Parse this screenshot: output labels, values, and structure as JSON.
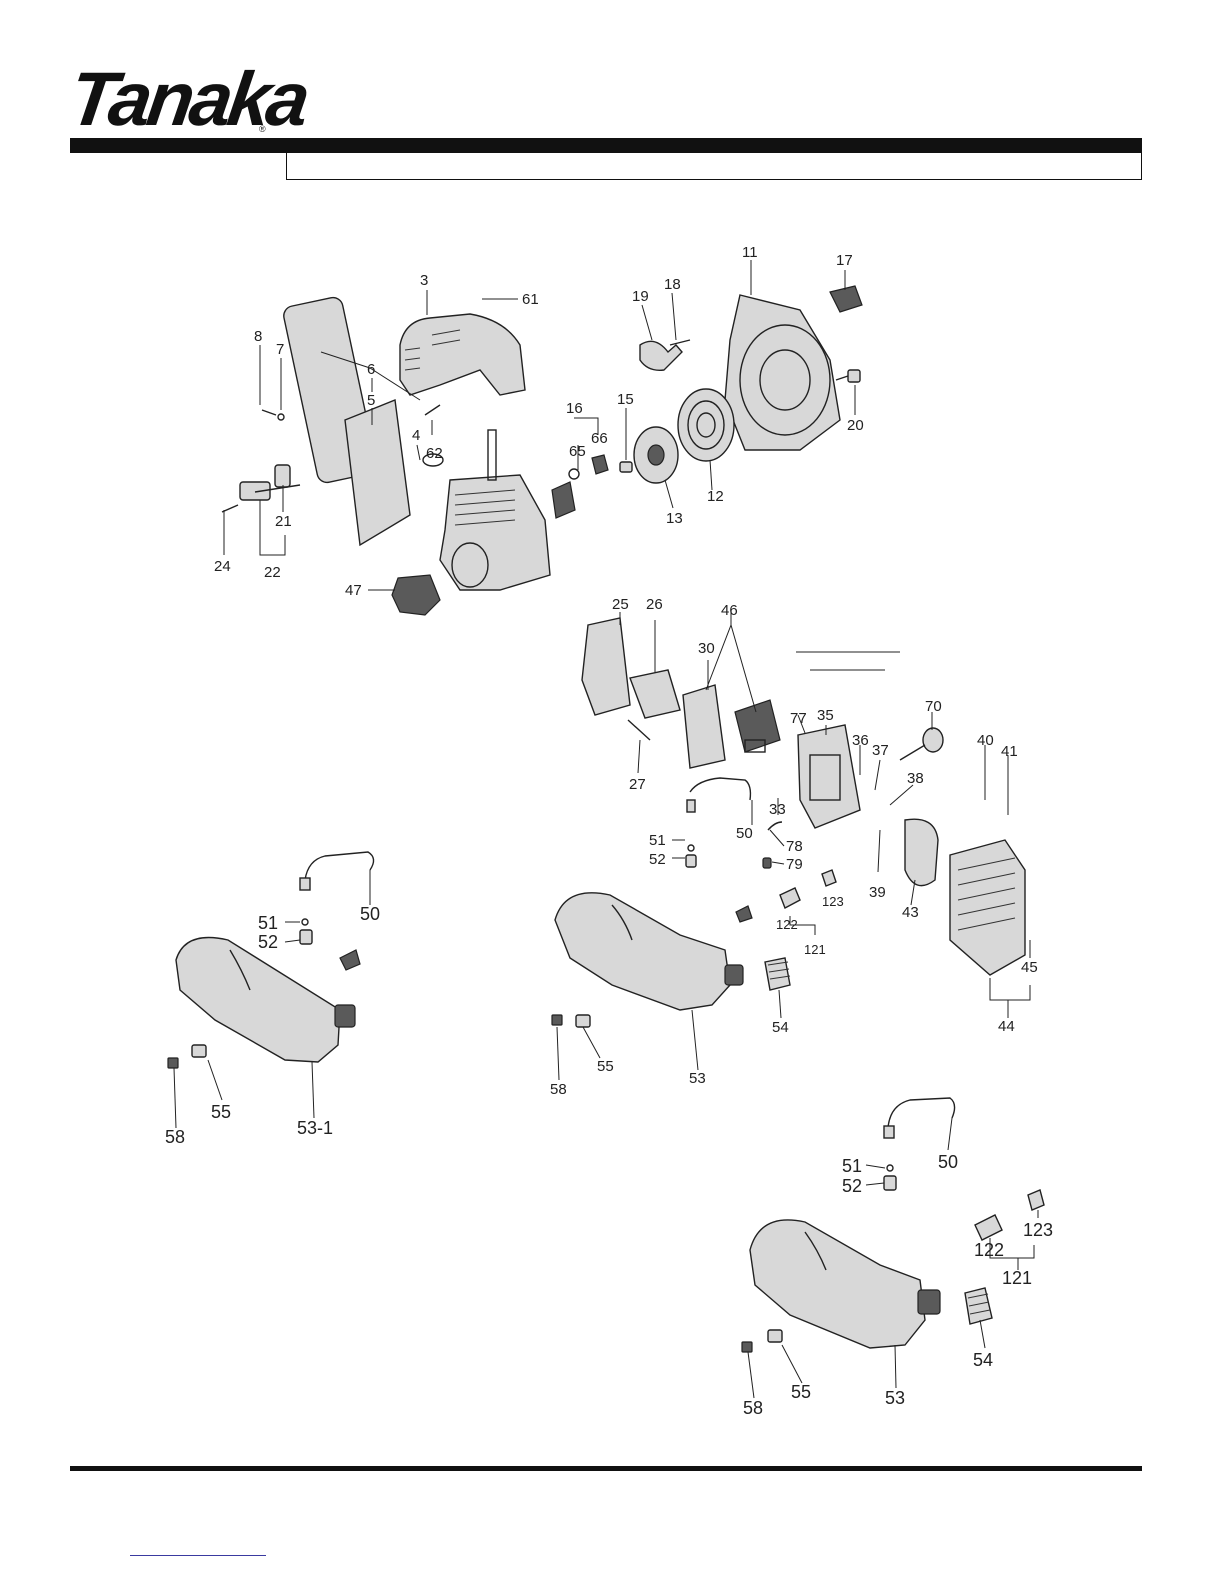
{
  "brand": {
    "name": "Tanaka",
    "registered": "®"
  },
  "callouts": {
    "engine": [
      "3",
      "61",
      "8",
      "7",
      "6",
      "5",
      "4",
      "62",
      "21",
      "24",
      "22",
      "47"
    ],
    "starter": [
      "11",
      "17",
      "18",
      "19",
      "16",
      "15",
      "65",
      "66",
      "13",
      "12",
      "20"
    ],
    "carburetor": [
      "25",
      "26",
      "46",
      "30",
      "27",
      "77",
      "35",
      "70",
      "36",
      "37",
      "40",
      "41",
      "38",
      "33",
      "50",
      "51",
      "52",
      "78",
      "79",
      "39",
      "43",
      "123",
      "122",
      "121",
      "45",
      "44",
      "54",
      "55",
      "58",
      "53"
    ],
    "tank_left": [
      "50",
      "51",
      "52",
      "55",
      "58",
      "53-1"
    ],
    "tank_bottom": [
      "50",
      "51",
      "52",
      "123",
      "122",
      "121",
      "54",
      "55",
      "58",
      "53"
    ]
  }
}
